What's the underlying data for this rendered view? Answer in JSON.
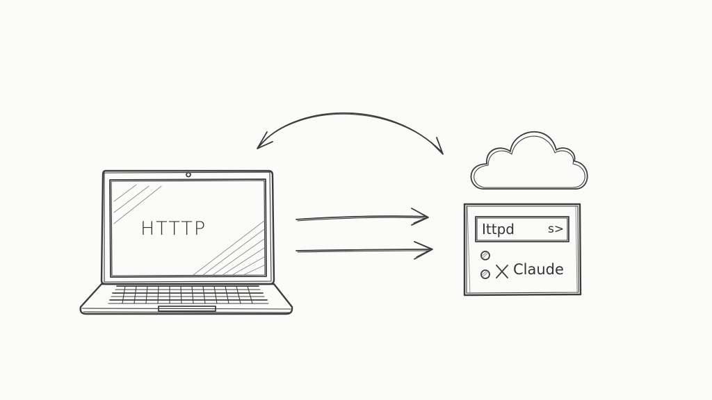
{
  "diagram": {
    "laptop": {
      "screen_label": "HTTTP",
      "icon": "laptop-icon"
    },
    "server": {
      "icon": "cloud-icon",
      "terminal": {
        "command_text": "Ittpd",
        "command_suffix": "s>",
        "row_marker": "✕",
        "row_label": "Claude"
      }
    },
    "arrows": {
      "top_arc": "bidirectional",
      "middle": "laptop-to-server",
      "lower": "laptop-to-server"
    },
    "colors": {
      "ink": "#3c3c3c",
      "paper": "#fbfbfa"
    }
  }
}
